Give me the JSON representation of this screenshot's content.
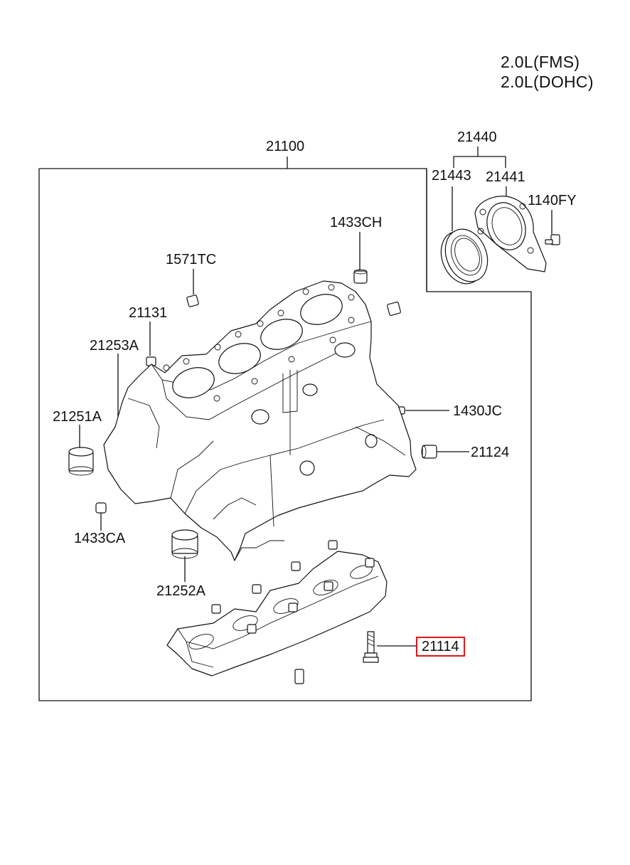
{
  "engine": {
    "line1": "2.0L(FMS)",
    "line2": "2.0L(DOHC)"
  },
  "labels": {
    "p21100": "21100",
    "p21440": "21440",
    "p21443": "21443",
    "p21441": "21441",
    "p1140FY": "1140FY",
    "p1433CH": "1433CH",
    "p1571TC": "1571TC",
    "p21131": "21131",
    "p21253A": "21253A",
    "p21251A": "21251A",
    "p1430JC": "1430JC",
    "p21124": "21124",
    "p1433CA": "1433CA",
    "p21252A": "21252A",
    "p21114": "21114"
  },
  "highlight": {
    "part": "21114",
    "color": "#e0161b"
  }
}
